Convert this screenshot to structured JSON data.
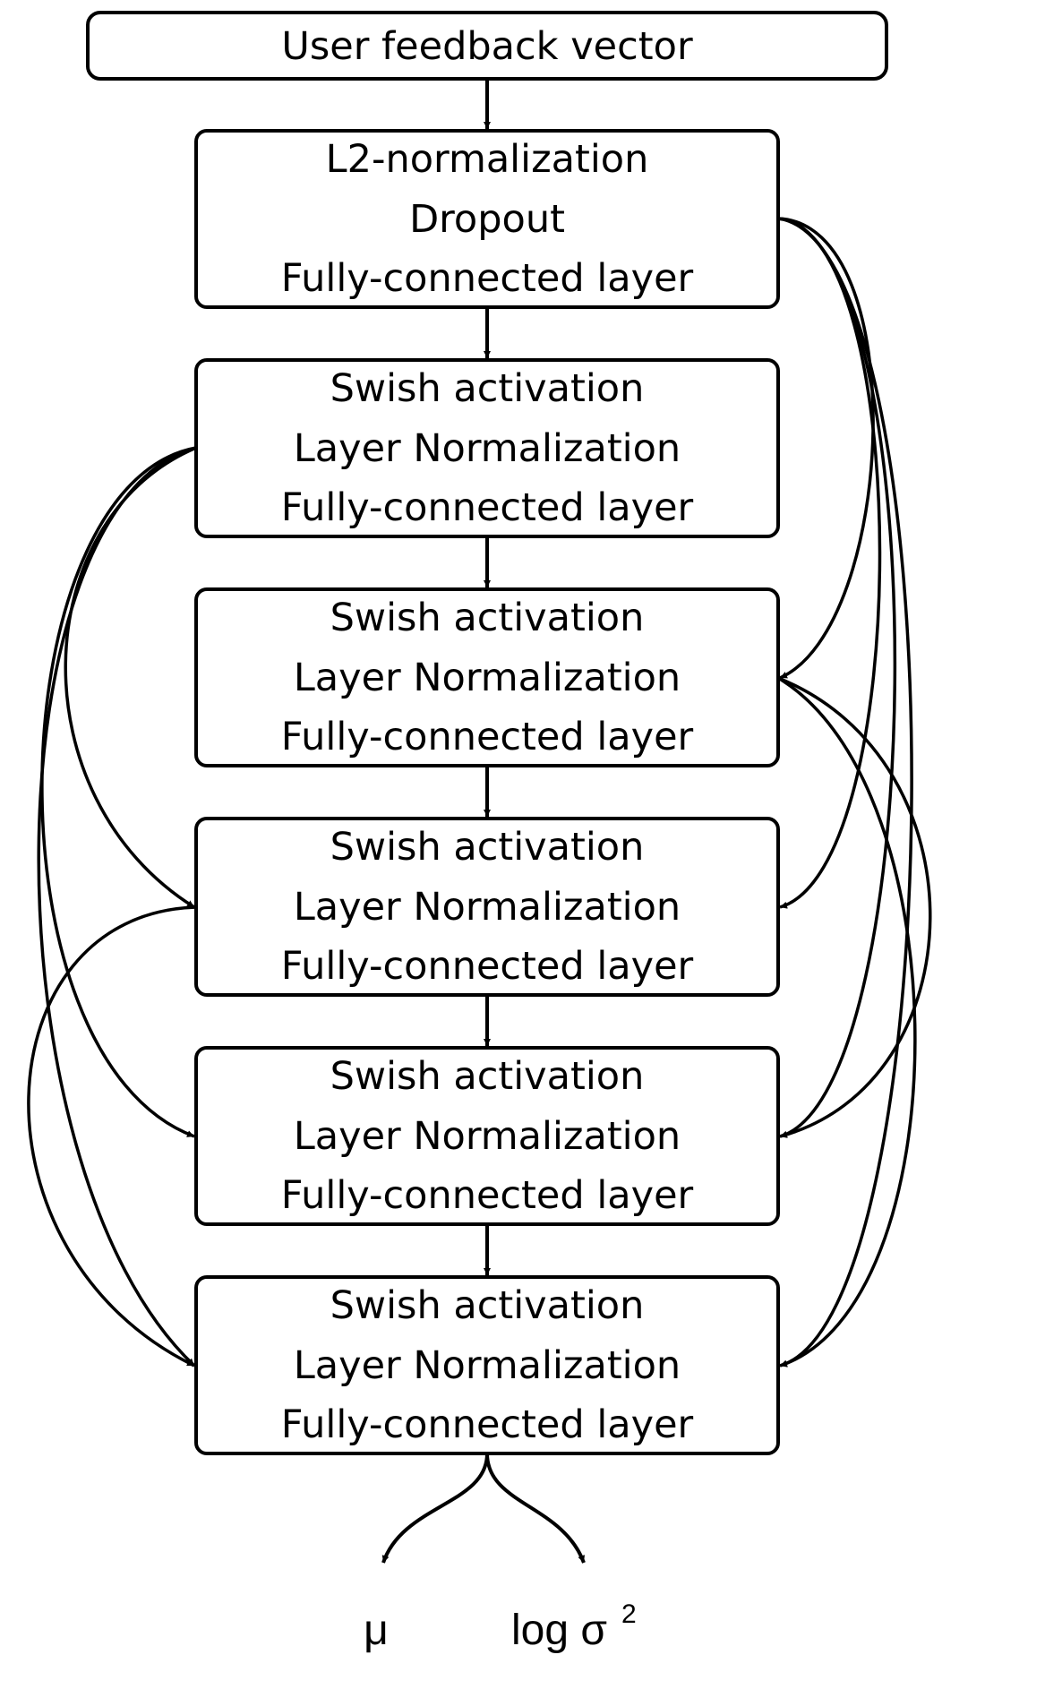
{
  "diagram": {
    "input_label": "User feedback vector",
    "blocks": [
      {
        "lines": [
          "L2-normalization",
          "Dropout",
          "Fully-connected layer"
        ]
      },
      {
        "lines": [
          "Swish activation",
          "Layer Normalization",
          "Fully-connected layer"
        ]
      },
      {
        "lines": [
          "Swish activation",
          "Layer Normalization",
          "Fully-connected layer"
        ]
      },
      {
        "lines": [
          "Swish activation",
          "Layer Normalization",
          "Fully-connected layer"
        ]
      },
      {
        "lines": [
          "Swish activation",
          "Layer Normalization",
          "Fully-connected layer"
        ]
      },
      {
        "lines": [
          "Swish activation",
          "Layer Normalization",
          "Fully-connected layer"
        ]
      }
    ],
    "outputs": {
      "mu": "μ",
      "log_sigma": "log σ",
      "log_sigma_exponent": "2"
    }
  }
}
